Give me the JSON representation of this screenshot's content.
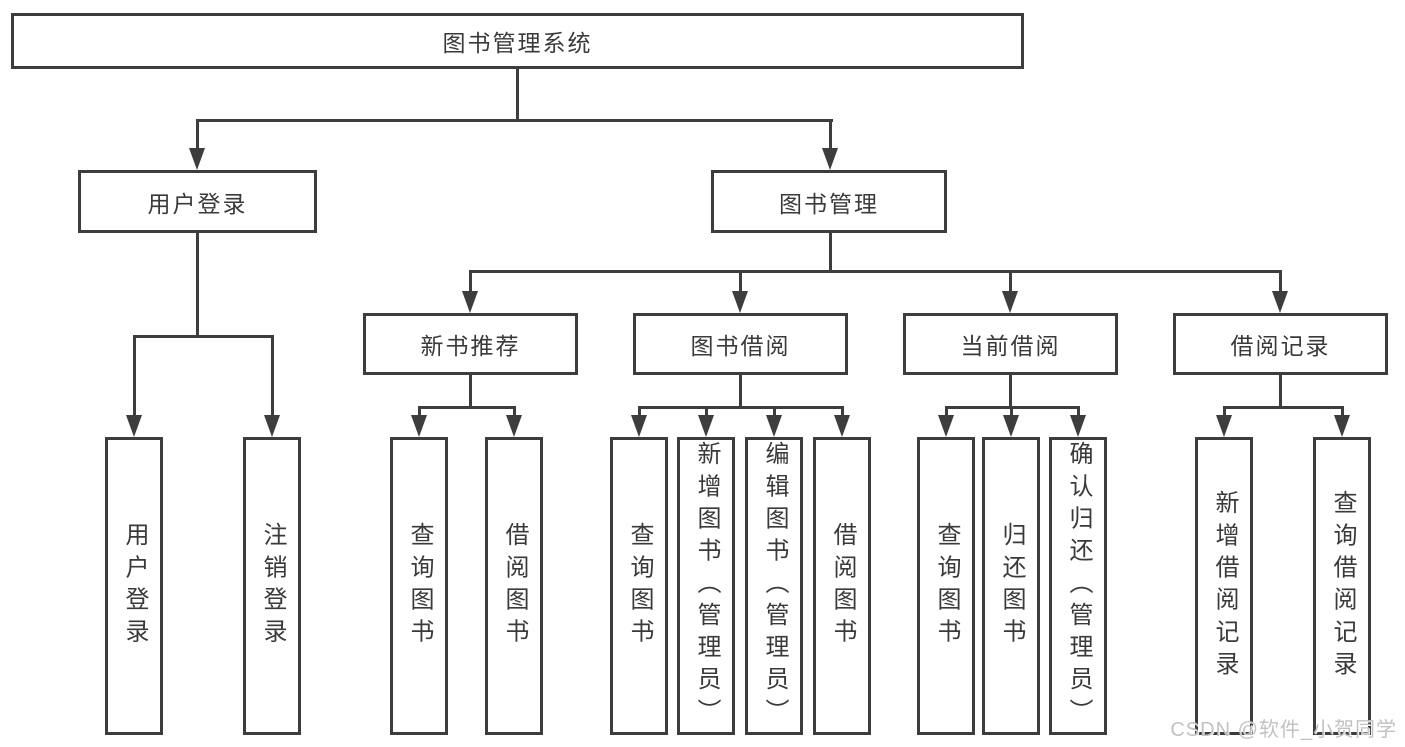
{
  "watermark": "CSDN @软件_小贺同学",
  "colors": {
    "line": "#3d3d3d",
    "text": "#3a3a3a",
    "background": "#ffffff",
    "watermark": "#c2c2c2"
  },
  "tree": {
    "root": {
      "label": "图书管理系统"
    },
    "branches": [
      {
        "label": "用户登录",
        "children": [
          {
            "label": "用户登录"
          },
          {
            "label": "注销登录"
          }
        ]
      },
      {
        "label": "图书管理",
        "groups": [
          {
            "label": "新书推荐",
            "children": [
              {
                "label": "查询图书"
              },
              {
                "label": "借阅图书"
              }
            ]
          },
          {
            "label": "图书借阅",
            "children": [
              {
                "label": "查询图书"
              },
              {
                "label": "新增图书（管理员）"
              },
              {
                "label": "编辑图书（管理员）"
              },
              {
                "label": "借阅图书"
              }
            ]
          },
          {
            "label": "当前借阅",
            "children": [
              {
                "label": "查询图书"
              },
              {
                "label": "归还图书"
              },
              {
                "label": "确认归还（管理员）"
              }
            ]
          },
          {
            "label": "借阅记录",
            "children": [
              {
                "label": "新增借阅记录"
              },
              {
                "label": "查询借阅记录"
              }
            ]
          }
        ]
      }
    ]
  }
}
